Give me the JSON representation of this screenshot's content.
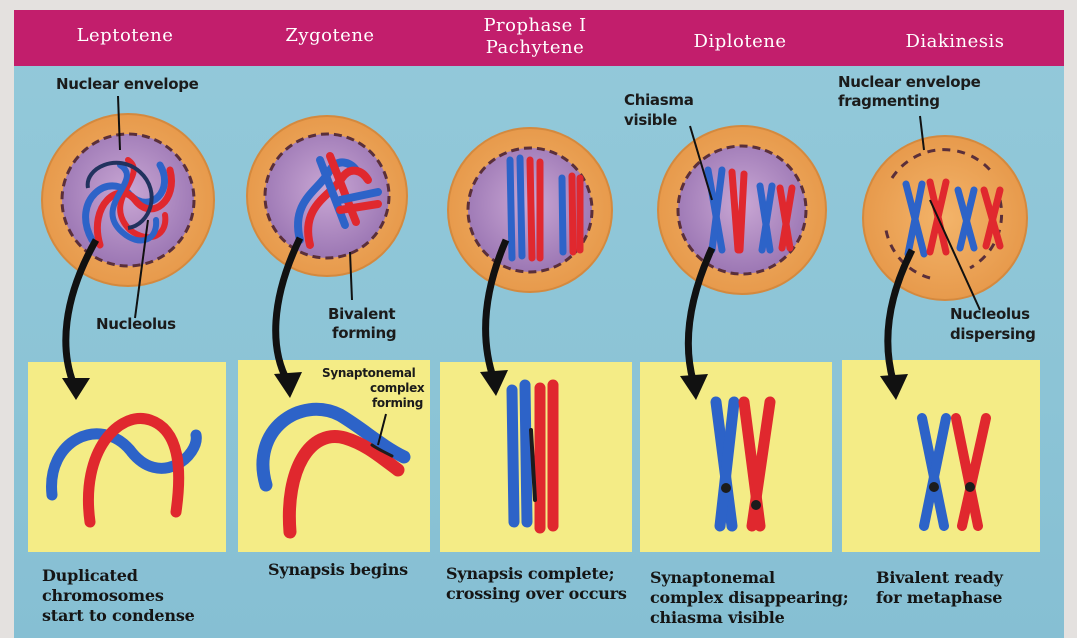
{
  "header": {
    "stages": [
      {
        "title": "Leptotene"
      },
      {
        "title": "Zygotene"
      },
      {
        "title_line1": "Prophase I",
        "title_line2": "Pachytene"
      },
      {
        "title": "Diplotene"
      },
      {
        "title": "Diakinesis"
      }
    ]
  },
  "labels": {
    "nuclear_envelope": "Nuclear envelope",
    "nucleolus": "Nucleolus",
    "bivalent_forming_1": "Bivalent",
    "bivalent_forming_2": "forming",
    "synaptonemal_1": "Synaptonemal",
    "synaptonemal_2": "complex",
    "synaptonemal_3": "forming",
    "chiasma_1": "Chiasma",
    "chiasma_2": "visible",
    "envelope_frag_1": "Nuclear envelope",
    "envelope_frag_2": "fragmenting",
    "nucleolus_disp_1": "Nucleolus",
    "nucleolus_disp_2": "dispersing"
  },
  "captions": [
    {
      "lines": [
        "Duplicated",
        "chromosomes",
        "start to condense"
      ]
    },
    {
      "lines": [
        "Synapsis begins"
      ]
    },
    {
      "lines": [
        "Synapsis complete;",
        "crossing over occurs"
      ]
    },
    {
      "lines": [
        "Synaptonemal",
        "complex disappearing;",
        "chiasma visible"
      ]
    },
    {
      "lines": [
        "Bivalent ready",
        "for metaphase"
      ]
    }
  ],
  "colors": {
    "header": "#c21e6c",
    "background": "#8cc4d6",
    "panel": "#f4ec86",
    "cell_outer": "#f0a85a",
    "nucleus": "#b690c6",
    "chromosome_blue": "#2d63c8",
    "chromosome_red": "#e0282e"
  }
}
